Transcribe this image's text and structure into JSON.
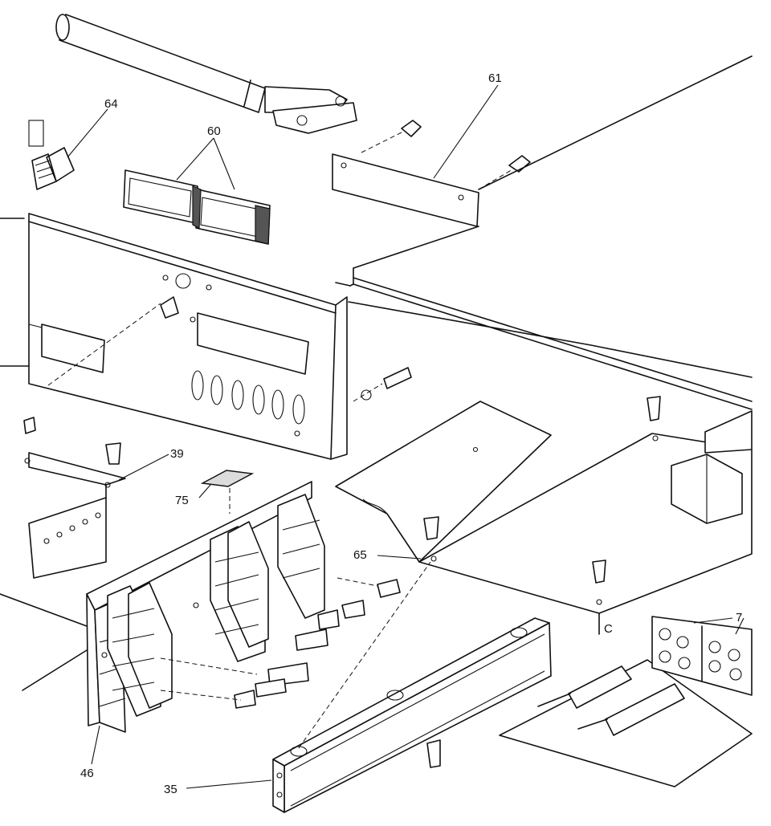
{
  "diagram": {
    "callouts": [
      {
        "id": "c61",
        "label": "61"
      },
      {
        "id": "c64",
        "label": "64"
      },
      {
        "id": "c60",
        "label": "60"
      },
      {
        "id": "c39",
        "label": "39"
      },
      {
        "id": "c75",
        "label": "75"
      },
      {
        "id": "c65",
        "label": "65"
      },
      {
        "id": "cC",
        "label": "C"
      },
      {
        "id": "c7",
        "label": "7"
      },
      {
        "id": "c46",
        "label": "46"
      },
      {
        "id": "c35",
        "label": "35"
      }
    ]
  }
}
